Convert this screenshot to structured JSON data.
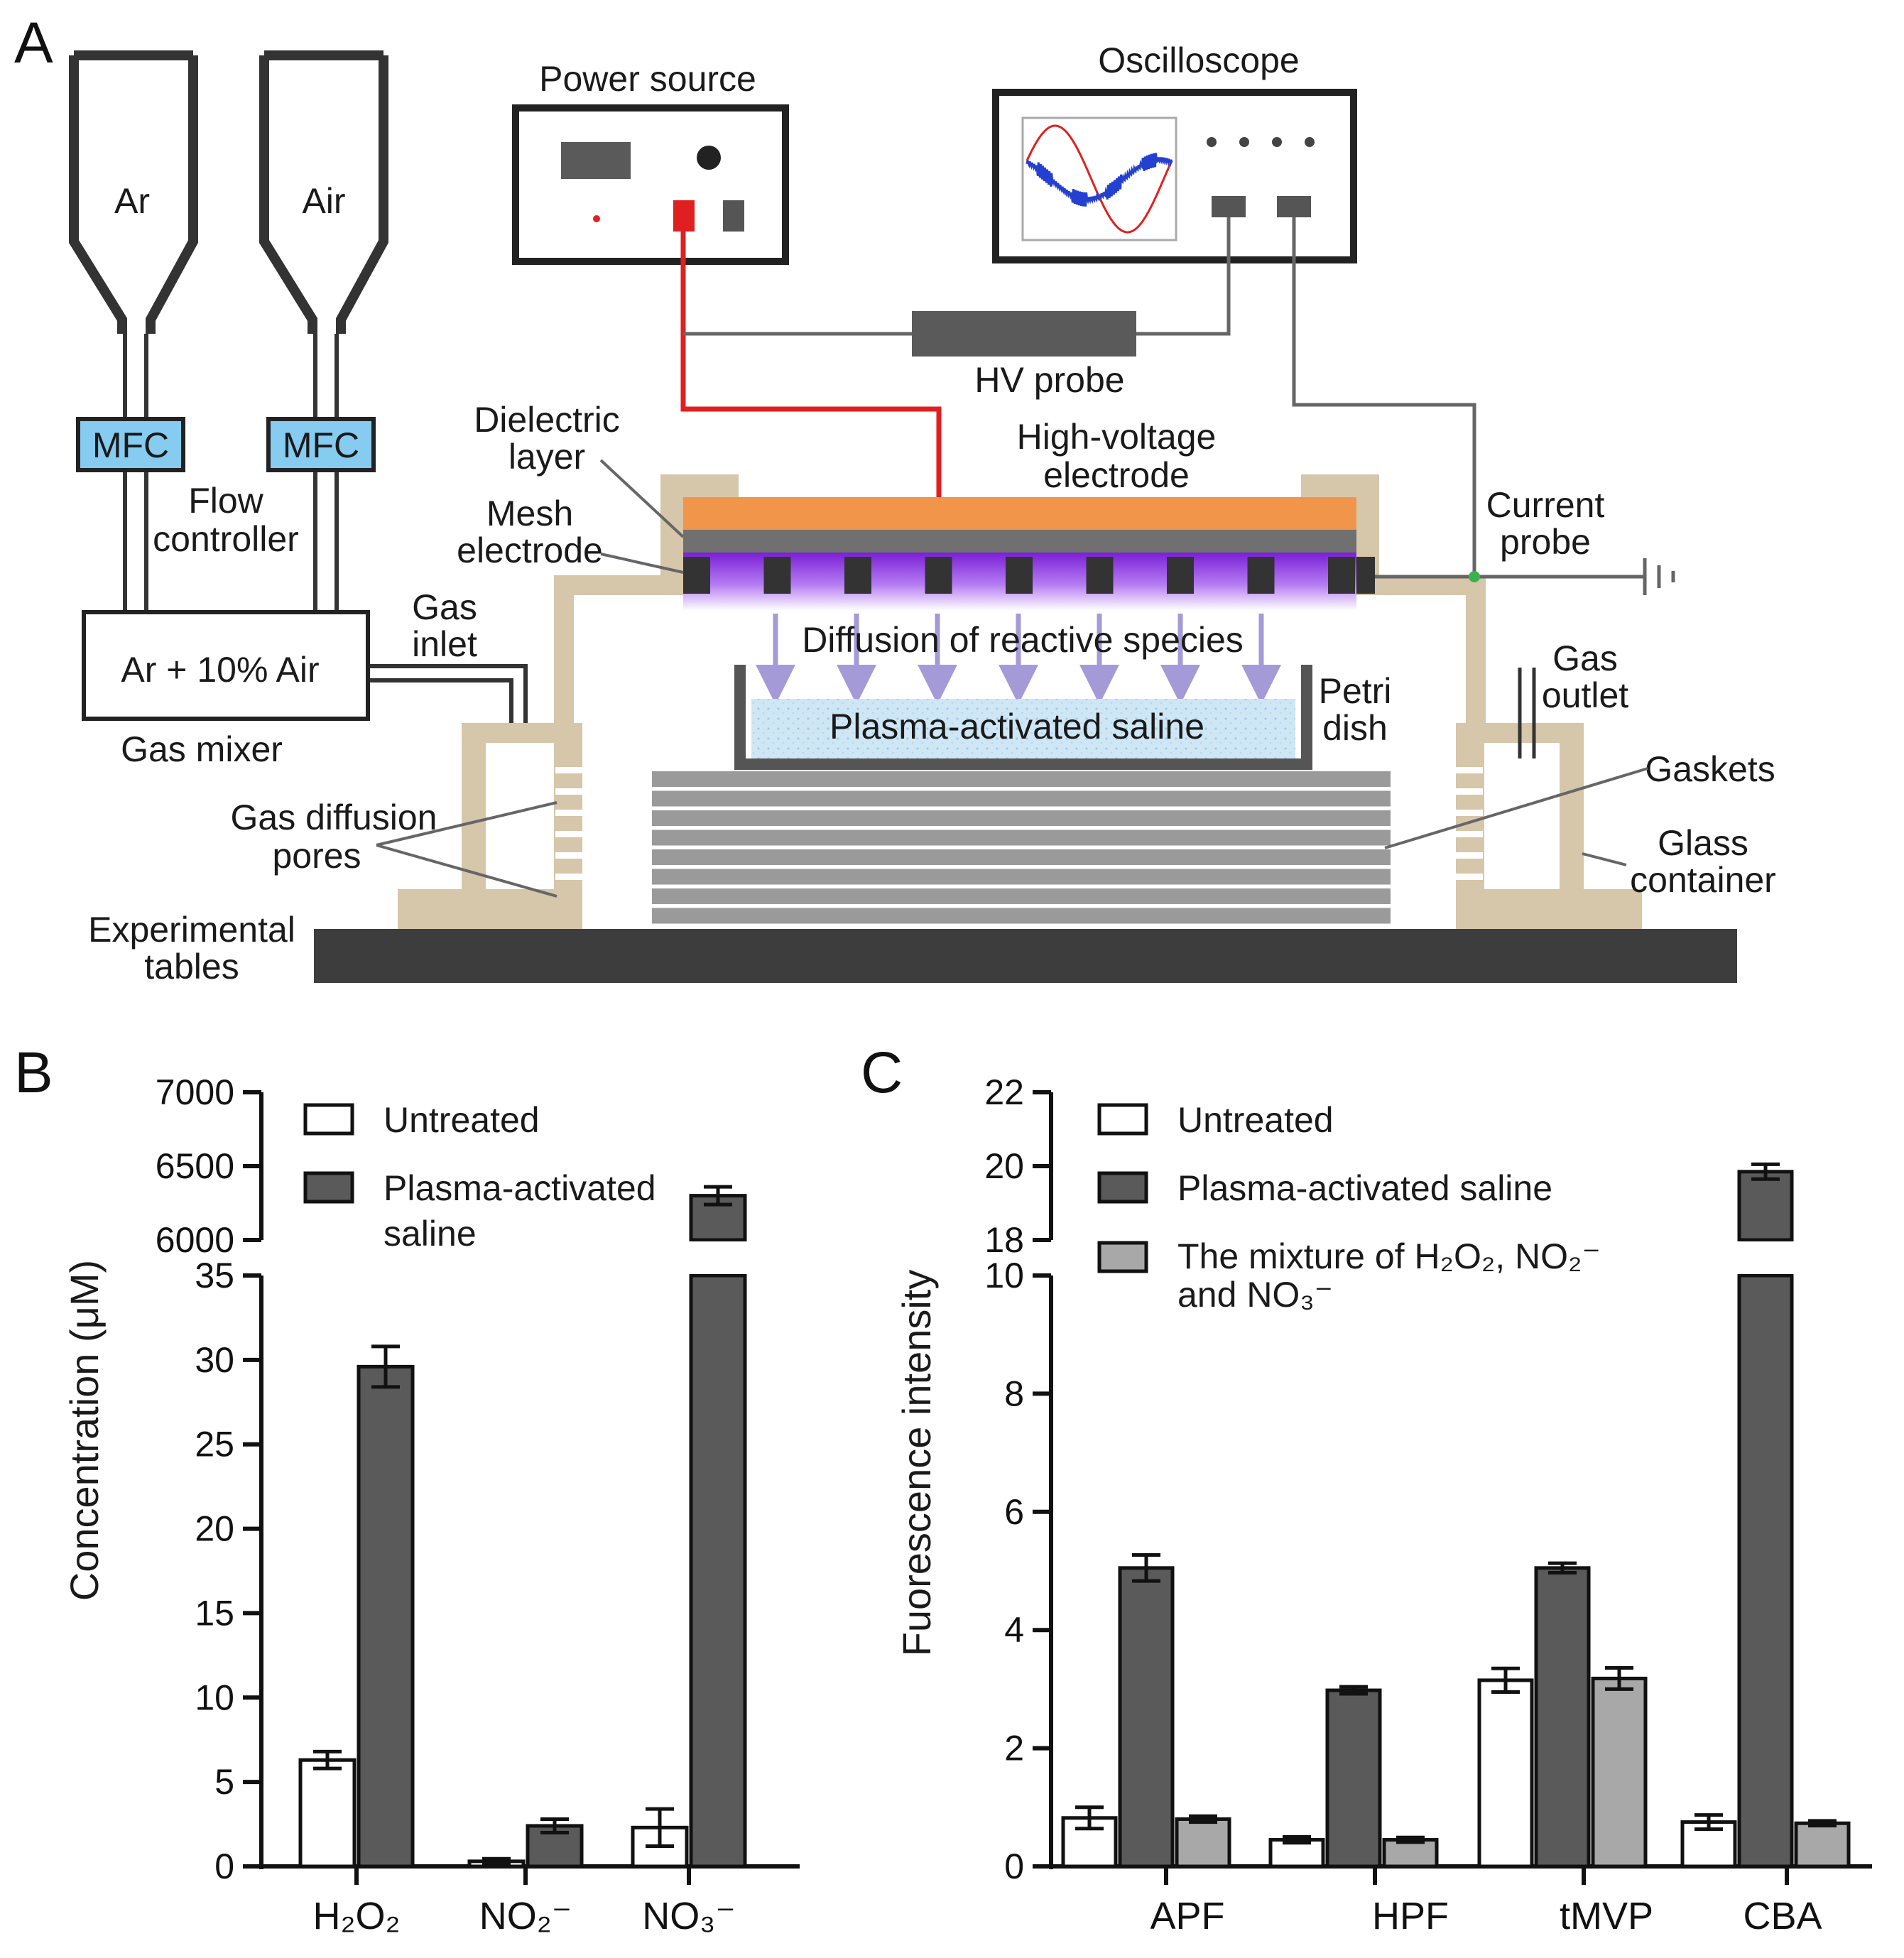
{
  "panel_a": {
    "panel_label": "A",
    "cylinders": [
      "Ar",
      "Air"
    ],
    "mfc": "MFC",
    "flow_controller": [
      "Flow",
      "controller"
    ],
    "mixer_text": "Ar + 10% Air",
    "gas_mixer": "Gas mixer",
    "gas_inlet": [
      "Gas",
      "inlet"
    ],
    "gas_diffusion_pores": [
      "Gas diffusion",
      "pores"
    ],
    "experimental_tables": [
      "Experimental",
      "tables"
    ],
    "power_source": "Power source",
    "oscilloscope": "Oscilloscope",
    "hv_probe": "HV probe",
    "dielectric_layer": [
      "Dielectric",
      "layer"
    ],
    "mesh_electrode": [
      "Mesh",
      "electrode"
    ],
    "hv_electrode": [
      "High-voltage",
      "electrode"
    ],
    "current_probe": [
      "Current",
      "probe"
    ],
    "diffusion": "Diffusion of reactive species",
    "saline": "Plasma-activated saline",
    "petri_dish": [
      "Petri",
      "dish"
    ],
    "gas_outlet": [
      "Gas",
      "outlet"
    ],
    "gaskets": "Gaskets",
    "glass_container": [
      "Glass",
      "container"
    ],
    "colors": {
      "electrode": "#f0954a",
      "plasma": "#8c2be2",
      "frame": "#d6c6aa",
      "mfc": "#86cbf0",
      "wire_red": "#e02020",
      "saline": "#cfe6f5"
    }
  },
  "panel_b": {
    "panel_label": "B"
  },
  "panel_c": {
    "panel_label": "C"
  },
  "chart_data": [
    {
      "type": "bar",
      "panel": "B",
      "ylabel": "Concentration (μM)",
      "categories": [
        "H₂O₂",
        "NO₂⁻",
        "NO₃⁻"
      ],
      "series": [
        {
          "name": "Untreated",
          "color": "#ffffff",
          "values": [
            6.3,
            0.3,
            2.3
          ],
          "errors": [
            0.5,
            0.15,
            1.1
          ]
        },
        {
          "name": "Plasma-activated saline",
          "color": "#5a5a5a",
          "values": [
            29.6,
            2.4,
            6300
          ],
          "errors": [
            1.2,
            0.4,
            60
          ]
        }
      ],
      "axis_break": {
        "lower": [
          0,
          35
        ],
        "upper": [
          6000,
          7000
        ]
      },
      "lower_ticks": [
        "0",
        "5",
        "10",
        "15",
        "20",
        "25",
        "30",
        "35"
      ],
      "upper_ticks": [
        "6000",
        "6500",
        "7000"
      ],
      "legend": [
        "Untreated",
        "Plasma-activated saline"
      ],
      "legend_position": "top-left"
    },
    {
      "type": "bar",
      "panel": "C",
      "ylabel": "Fuorescence intensity",
      "categories": [
        "APF",
        "HPF",
        "tMVP",
        "CBA"
      ],
      "series": [
        {
          "name": "Untreated",
          "color": "#ffffff",
          "values": [
            0.82,
            0.45,
            3.15,
            0.75
          ],
          "errors": [
            0.18,
            0.05,
            0.2,
            0.12
          ]
        },
        {
          "name": "Plasma-activated saline",
          "color": "#5a5a5a",
          "values": [
            5.05,
            2.98,
            5.05,
            19.85
          ],
          "errors": [
            0.22,
            0.06,
            0.08,
            0.2
          ]
        },
        {
          "name": "The mixture of H₂O₂, NO₂⁻ and NO₃⁻",
          "color": "#a8a8a8",
          "values": [
            0.8,
            0.45,
            3.18,
            0.73
          ],
          "errors": [
            0.05,
            0.04,
            0.18,
            0.04
          ]
        }
      ],
      "axis_break": {
        "lower": [
          0,
          10
        ],
        "upper": [
          18,
          22
        ]
      },
      "lower_ticks": [
        "0",
        "2",
        "4",
        "6",
        "8",
        "10"
      ],
      "upper_ticks": [
        "18",
        "20",
        "22"
      ],
      "legend": [
        "Untreated",
        "Plasma-activated saline",
        "The mixture of H₂O₂, NO₂⁻",
        "and NO₃⁻"
      ],
      "legend_position": "top-left"
    }
  ]
}
